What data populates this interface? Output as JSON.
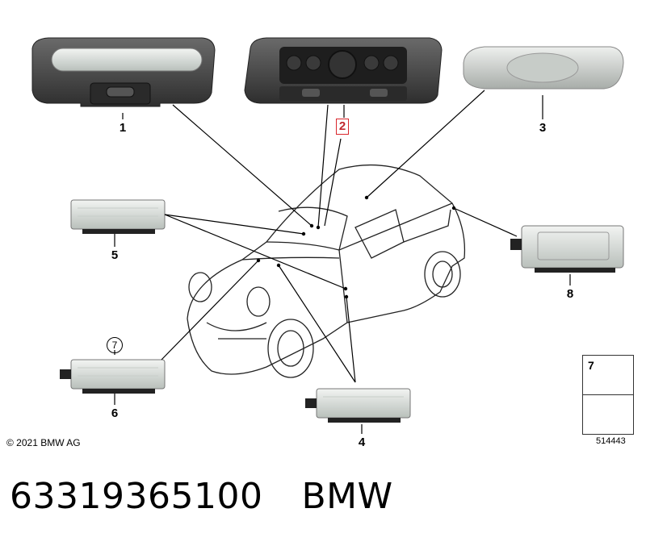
{
  "callouts": {
    "c1": "1",
    "c2": "2",
    "c3": "3",
    "c4": "4",
    "c5": "5",
    "c6": "6",
    "c7": "7",
    "c8": "8"
  },
  "legend": {
    "item_number": "7"
  },
  "footer": {
    "copyright": "© 2021 BMW AG",
    "reference": "514443"
  },
  "caption": {
    "part_number": "63319365100",
    "brand": "BMW"
  },
  "colors": {
    "highlight": "#d9262c",
    "line": "#000000"
  }
}
